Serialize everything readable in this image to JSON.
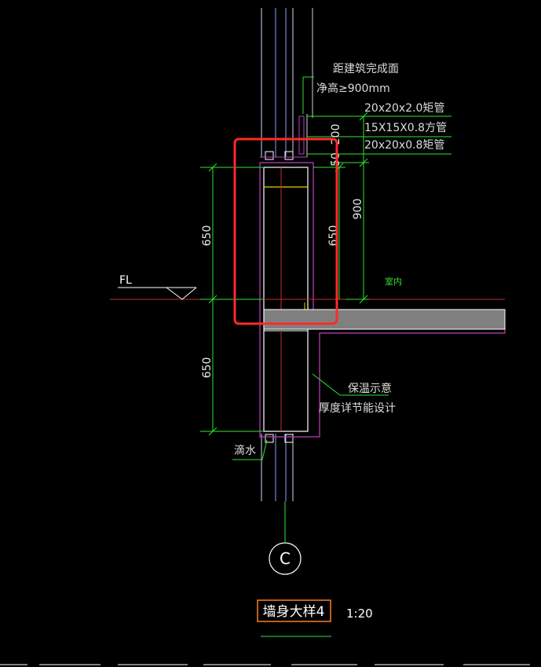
{
  "annotations": {
    "height_note_line1": "距建筑完成面",
    "height_note_line2": "净高≥900mm",
    "tube_1": "20x20x2.0矩管",
    "tube_2": "15X15X0.8方管",
    "tube_3": "20x20x0.8矩管",
    "interior": "室内",
    "insulation_line1": "保温示意",
    "insulation_line2": "厚度详节能设计",
    "drip": "滴水",
    "floor_level": "FL"
  },
  "dimensions": {
    "left_upper": "650",
    "left_lower": "650",
    "inner_upper": "650",
    "right_900": "900",
    "right_200": "200",
    "right_50": "50"
  },
  "axis": {
    "label": "C"
  },
  "title": {
    "name": "墙身大样4",
    "scale": "1:20"
  },
  "colors": {
    "background": "#000000",
    "dim_line": "#2ee62e",
    "wall_outline": "#ffffff",
    "insulation": "#c040c0",
    "glass": "#8aa0ff",
    "slab_fill": "#808080",
    "highlight_box": "#ff2a2a",
    "title_box": "#ff7f1e",
    "axis_line": "#2ee62e",
    "floor_line": "#c03030"
  }
}
